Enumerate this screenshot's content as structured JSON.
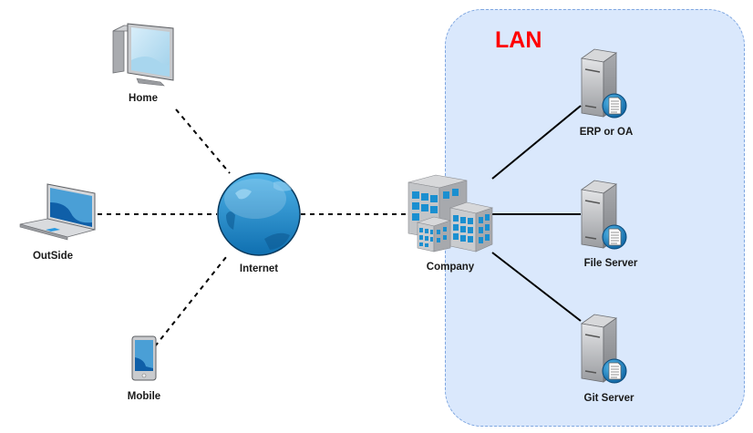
{
  "diagram": {
    "group": {
      "title": "LAN",
      "title_color": "#ff0000",
      "fill_color": "#dae8fc",
      "border_color": "#7ea6e0"
    },
    "nodes": [
      {
        "id": "home",
        "label": "Home",
        "icon": "desktop-computer-icon"
      },
      {
        "id": "outside",
        "label": "OutSide",
        "icon": "laptop-icon"
      },
      {
        "id": "mobile",
        "label": "Mobile",
        "icon": "mobile-phone-icon"
      },
      {
        "id": "internet",
        "label": "Internet",
        "icon": "globe-icon"
      },
      {
        "id": "company",
        "label": "Company",
        "icon": "office-buildings-icon"
      },
      {
        "id": "erp",
        "label": "ERP or OA",
        "icon": "server-icon"
      },
      {
        "id": "file",
        "label": "File Server",
        "icon": "server-icon"
      },
      {
        "id": "git",
        "label": "Git Server",
        "icon": "server-icon"
      }
    ],
    "edges": [
      {
        "from": "home",
        "to": "internet",
        "style": "dashed"
      },
      {
        "from": "outside",
        "to": "internet",
        "style": "dashed"
      },
      {
        "from": "mobile",
        "to": "internet",
        "style": "dashed"
      },
      {
        "from": "internet",
        "to": "company",
        "style": "dashed"
      },
      {
        "from": "company",
        "to": "erp",
        "style": "solid"
      },
      {
        "from": "company",
        "to": "file",
        "style": "solid"
      },
      {
        "from": "company",
        "to": "git",
        "style": "solid"
      }
    ]
  }
}
